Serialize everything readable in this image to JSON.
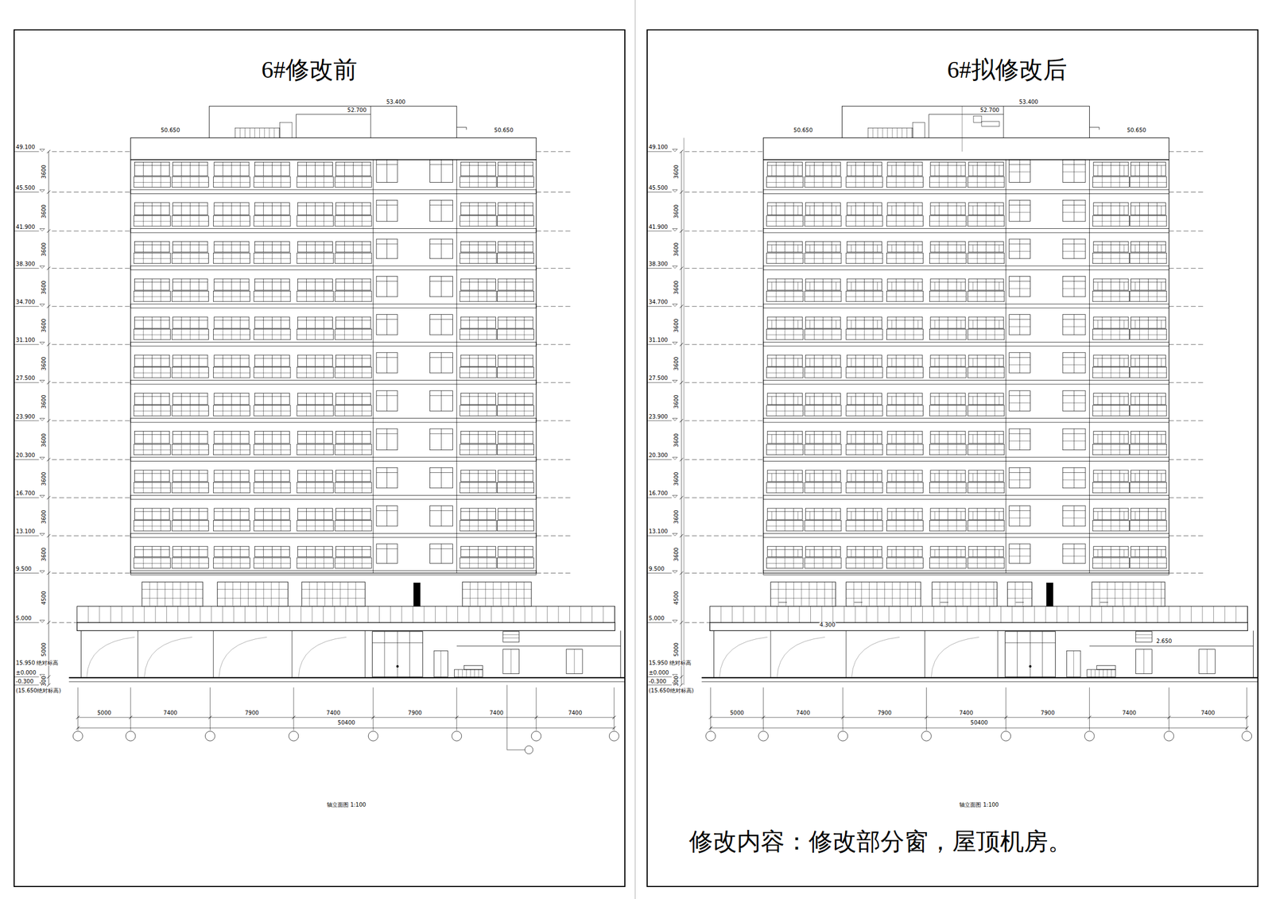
{
  "diagram": {
    "nodes": [
      {
        "text": [
          "6#修改前"
        ]
      },
      {
        "text": [
          "6#拟修改后",
          "修改内容：修改部分窗，屋顶机房。"
        ]
      }
    ],
    "labels": [
      "49.100",
      "45.500",
      "41.900",
      "38.300",
      "34.700",
      "31.100",
      "27.500",
      "23.900",
      "20.300",
      "16.700",
      "13.100",
      "9.500",
      "5.000",
      "±0.000",
      "-0.300",
      "15.950 绝对标高",
      "(15.650绝对标高)",
      "3600",
      "3600",
      "3600",
      "3600",
      "3600",
      "3600",
      "3600",
      "3600",
      "3600",
      "3600",
      "3600",
      "4500",
      "5000",
      "300",
      "50.650",
      "52.700",
      "53.400",
      "50.650",
      "5000",
      "7400",
      "7900",
      "7400",
      "7900",
      "7400",
      "7400",
      "50400",
      "轴立面图 1:100",
      "49.100",
      "45.500",
      "41.900",
      "38.300",
      "34.700",
      "31.100",
      "27.500",
      "23.900",
      "20.300",
      "16.700",
      "13.100",
      "9.500",
      "5.000",
      "±0.000",
      "-0.300",
      "15.950 绝对标高",
      "(15.650绝对标高)",
      "3600",
      "3600",
      "3600",
      "3600",
      "3600",
      "3600",
      "3600",
      "3600",
      "3600",
      "3600",
      "3600",
      "4500",
      "5000",
      "300",
      "50.650",
      "52.700",
      "53.400",
      "50.650",
      "5000",
      "7400",
      "7900",
      "7400",
      "7900",
      "7400",
      "7400",
      "50400",
      "轴立面图 1:100",
      "4.300",
      "2.650"
    ]
  }
}
